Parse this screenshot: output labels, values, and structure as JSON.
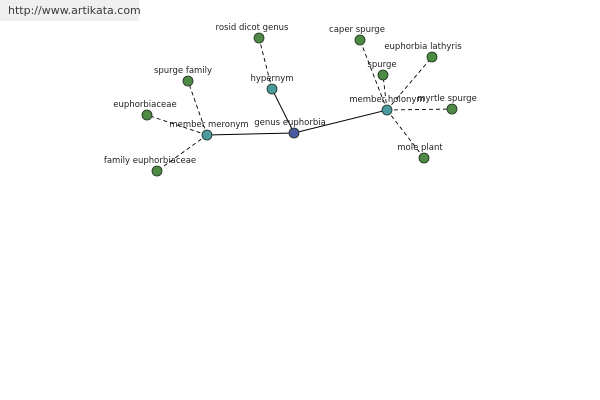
{
  "banner": {
    "url": "http://www.artikata.com"
  },
  "colors": {
    "center_node": "#4b5aa0",
    "relation_node": "#4a9aa0",
    "leaf_node": "#4e8a45",
    "node_stroke": "#1e2e1e",
    "edge": "#000000"
  },
  "graph": {
    "nodes": [
      {
        "id": "genus-euphorbia",
        "label": "genus euphorbia",
        "kind": "center"
      },
      {
        "id": "hypernym",
        "label": "hypernym",
        "kind": "relation"
      },
      {
        "id": "member-meronym",
        "label": "member meronym",
        "kind": "relation"
      },
      {
        "id": "member-holonym",
        "label": "member holonym",
        "kind": "relation"
      },
      {
        "id": "rosid-dicot-genus",
        "label": "rosid dicot genus",
        "kind": "leaf"
      },
      {
        "id": "spurge-family",
        "label": "spurge family",
        "kind": "leaf"
      },
      {
        "id": "euphorbiaceae",
        "label": "euphorbiaceae",
        "kind": "leaf"
      },
      {
        "id": "family-euphorbiaceae",
        "label": "family euphorbiaceae",
        "kind": "leaf"
      },
      {
        "id": "caper-spurge",
        "label": "caper spurge",
        "kind": "leaf"
      },
      {
        "id": "euphorbia-lathyris",
        "label": "euphorbia lathyris",
        "kind": "leaf"
      },
      {
        "id": "spurge",
        "label": "spurge",
        "kind": "leaf"
      },
      {
        "id": "myrtle-spurge",
        "label": "myrtle spurge",
        "kind": "leaf"
      },
      {
        "id": "mole-plant",
        "label": "mole plant",
        "kind": "leaf"
      }
    ],
    "edges": [
      {
        "from": "genus-euphorbia",
        "to": "hypernym",
        "style": "solid"
      },
      {
        "from": "genus-euphorbia",
        "to": "member-meronym",
        "style": "solid"
      },
      {
        "from": "genus-euphorbia",
        "to": "member-holonym",
        "style": "solid"
      },
      {
        "from": "hypernym",
        "to": "rosid-dicot-genus",
        "style": "dashed"
      },
      {
        "from": "member-meronym",
        "to": "spurge-family",
        "style": "dashed"
      },
      {
        "from": "member-meronym",
        "to": "euphorbiaceae",
        "style": "dashed"
      },
      {
        "from": "member-meronym",
        "to": "family-euphorbiaceae",
        "style": "dashed"
      },
      {
        "from": "member-holonym",
        "to": "caper-spurge",
        "style": "dashed"
      },
      {
        "from": "member-holonym",
        "to": "euphorbia-lathyris",
        "style": "dashed"
      },
      {
        "from": "member-holonym",
        "to": "spurge",
        "style": "dashed"
      },
      {
        "from": "member-holonym",
        "to": "myrtle-spurge",
        "style": "dashed"
      },
      {
        "from": "member-holonym",
        "to": "mole-plant",
        "style": "dashed"
      }
    ]
  }
}
